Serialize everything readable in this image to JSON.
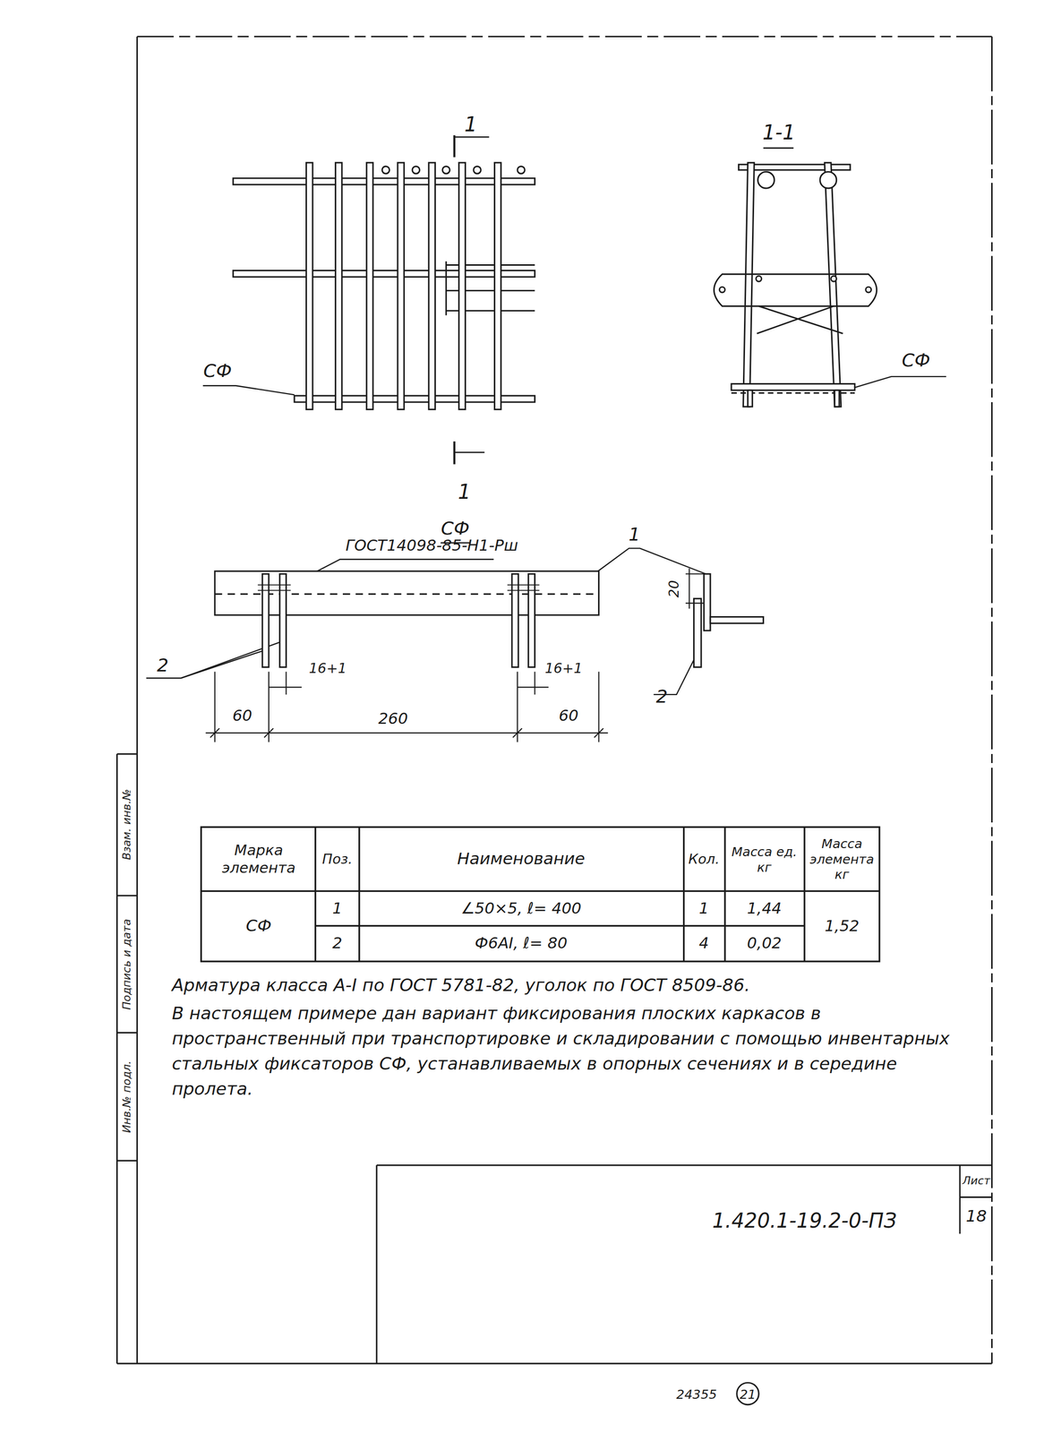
{
  "diagram": {
    "labels": [
      "1",
      "1-1",
      "СФ",
      "СФ",
      "1",
      "СФ",
      "ГОСТ14098-85-Н1-Рш",
      "1",
      "20",
      "2",
      "2",
      "16+1",
      "16+1",
      "60",
      "260",
      "60",
      "Марка элемента",
      "Поз.",
      "Наименование",
      "Кол.",
      "Масса ед. кг",
      "Масса элемента кг",
      "СФ",
      "1",
      "∠50×5, ℓ= 400",
      "1",
      "1,44",
      "1,52",
      "2",
      "Ф6АI, ℓ= 80",
      "4",
      "0,02",
      "Арматура класса А-I по ГОСТ 5781-82, уголок по ГОСТ 8509-86.",
      "В настоящем примере дан вариант фиксирования плоских каркасов в пространственный при транспортировке и складировании с помощью инвентарных стальных фиксаторов СФ, устанавливаемых в опорных сечениях и в середине пролета.",
      "Взам. инв.№",
      "Подпись и дата",
      "Инв.№ подл.",
      "1.420.1-19.2-0-ПЗ",
      "Лист",
      "18",
      "24355",
      "21"
    ]
  }
}
